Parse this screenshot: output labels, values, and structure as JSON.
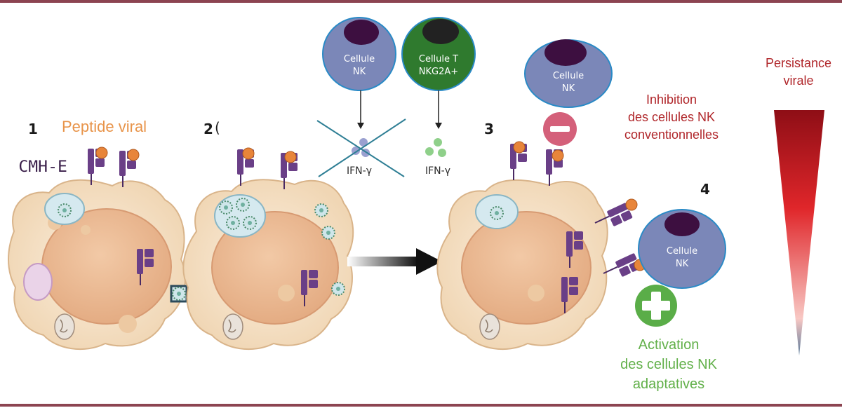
{
  "steps": {
    "step1": "1",
    "step2": "2",
    "step2_tail": "(",
    "step3": "3",
    "step4": "4"
  },
  "labels": {
    "peptide_viral": "Peptide viral",
    "cmh_e": "CMH-E",
    "ifn_gamma_left": "IFN-γ",
    "ifn_gamma_right": "IFN-γ"
  },
  "cells": {
    "nk_top": {
      "line1": "Cellule",
      "line2": "NK"
    },
    "t_cell": {
      "line1": "Cellule T",
      "line2": "NKG2A+"
    },
    "nk_inhib": {
      "line1": "Cellule",
      "line2": "NK"
    },
    "nk_active": {
      "line1": "Cellule",
      "line2": "NK"
    }
  },
  "inhibition": {
    "line1": "Inhibition",
    "line2": "des cellules NK",
    "line3": "conventionnelles"
  },
  "activation": {
    "line1": "Activation",
    "line2": "des cellules NK",
    "line3": "adaptatives"
  },
  "persistance": {
    "line1": "Persistance",
    "line2": "virale"
  },
  "colors": {
    "rule": "#8c4451",
    "nk_cell": "#7b87b8",
    "t_cell": "#2f7a2e",
    "nucleus_nk": "#3d0f40",
    "nucleus_t": "#222222",
    "receptor": "#6a3f87",
    "peptide": "#e8853a",
    "inhibit_red": "#d4607a",
    "activate_green": "#5aad48",
    "text_red": "#b0262a",
    "text_green": "#62b04a",
    "text_orange": "#e8944a"
  }
}
